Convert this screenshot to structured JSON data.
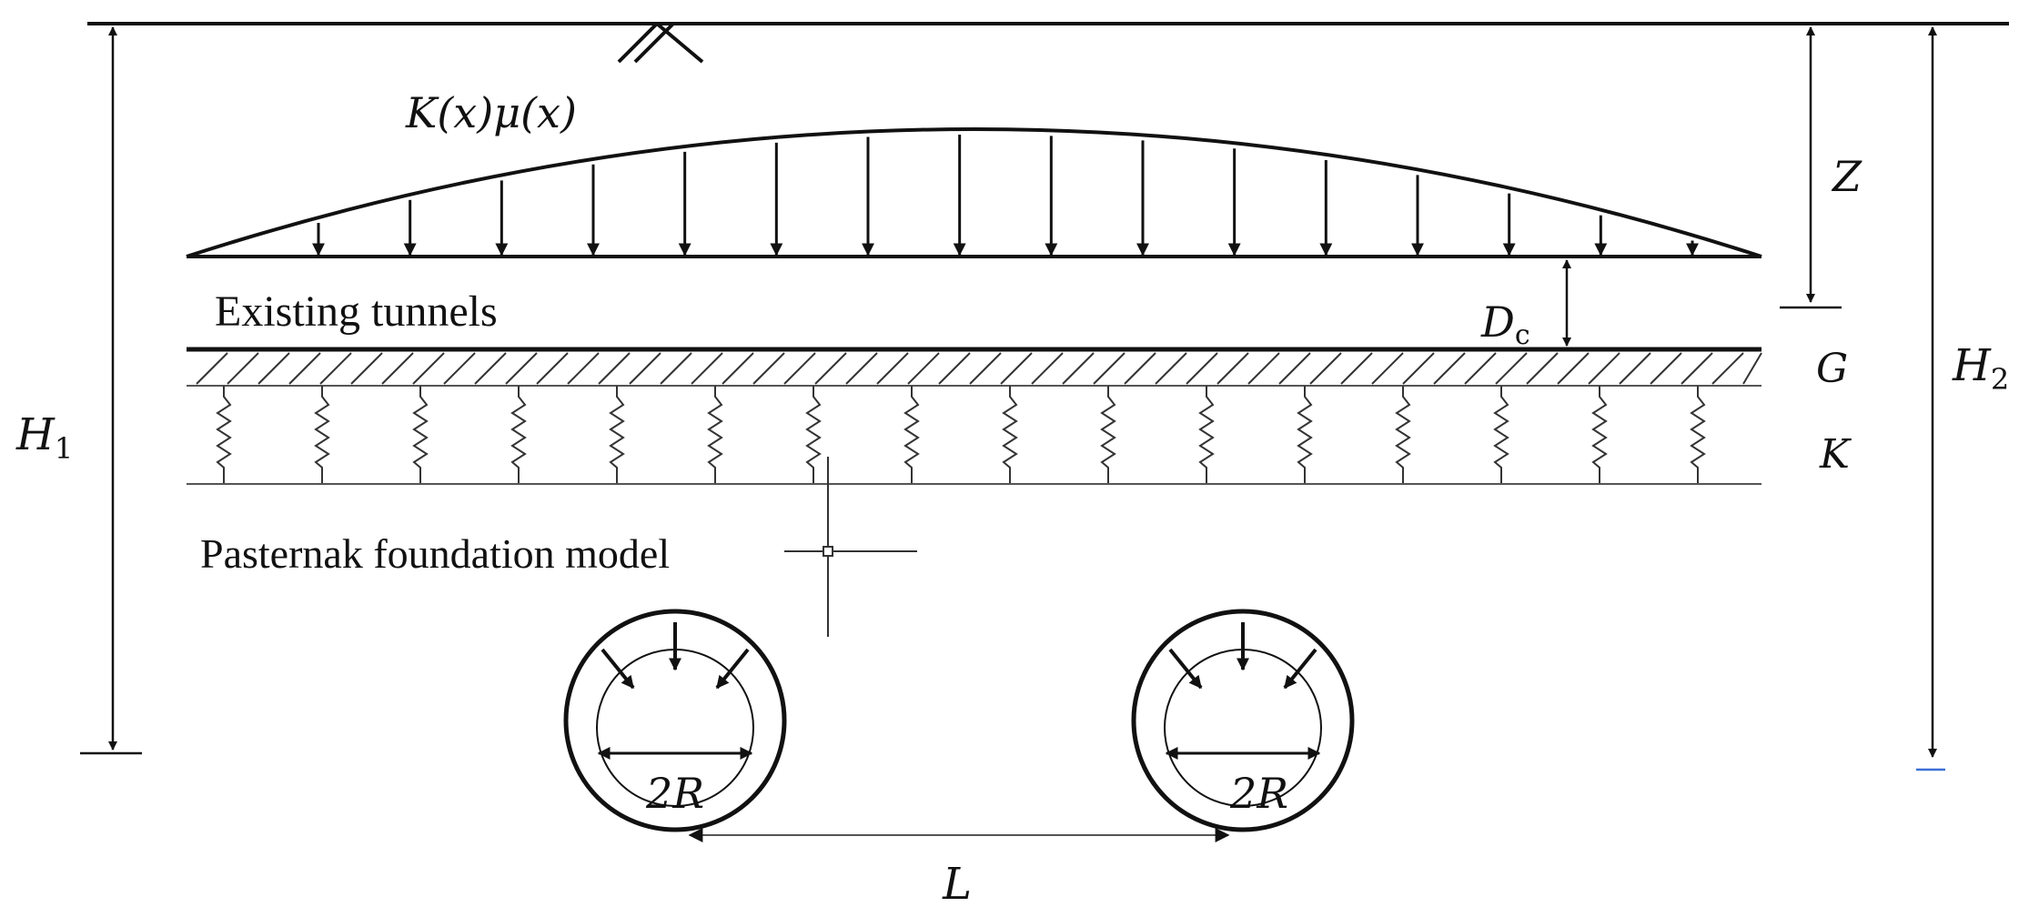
{
  "labels": {
    "load": "K(x)μ(x)",
    "existing_tunnels": "Existing tunnels",
    "z": "Z",
    "dc_main": "D",
    "dc_sub": "c",
    "g": "G",
    "k": "K",
    "h1_main": "H",
    "h1_sub": "1",
    "h2_main": "H",
    "h2_sub": "2",
    "foundation_model": "Pasternak foundation model",
    "diameter_left": "2R",
    "diameter_right": "2R",
    "spacing": "L"
  },
  "colors": {
    "line": "#111111",
    "accent": "#3a6fd8"
  },
  "counts": {
    "load_arrows": 16,
    "springs": 16
  }
}
